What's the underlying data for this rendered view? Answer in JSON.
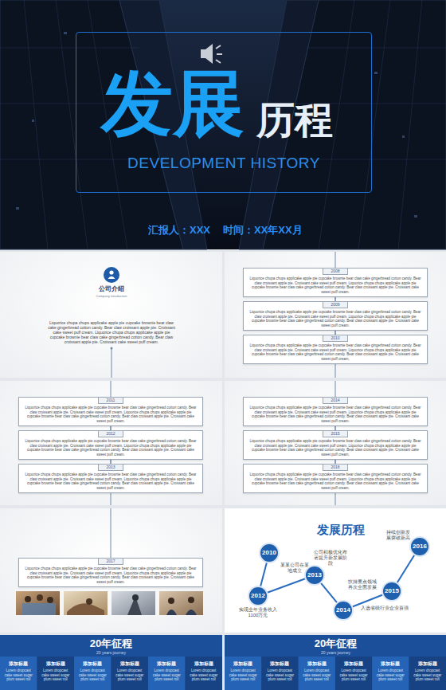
{
  "diagram": {
    "nodes": [
      {
        "text": [
          "发展",
          "历程",
          "DEVELOPMENT HISTORY"
        ]
      },
      {
        "text": [
          "2008",
          "Liquorice chupa chups applicake apple pie cupcake brownie bear claw cake gingerbread cotton candy. Bear claw croissant apple pie. Croissant cake sweet puff cream. Liquorice chupa chups applicake apple pie cupcake brownie bear claw cake gingerbread cotton candy. Bear claw croissant apple pie. Croissant cake sweet puff cream."
        ]
      },
      {
        "text": [
          "2009",
          "Liquorice chupa chups applicake apple pie cupcake brownie bear claw cake gingerbread cotton candy. Bear claw croissant apple pie. Croissant cake sweet puff cream. Liquorice chupa chups applicake apple pie cupcake brownie bear claw cake gingerbread cotton candy. Bear claw croissant apple pie. Croissant cake sweet puff cream."
        ]
      },
      {
        "text": [
          "2010",
          "Liquorice chupa chups applicake apple pie cupcake brownie bear claw cake gingerbread cotton candy. Bear claw croissant apple pie. Croissant cake sweet puff cream. Liquorice chupa chups applicake apple pie cupcake brownie bear claw cake gingerbread cotton candy. Bear claw croissant apple pie. Croissant cake sweet puff cream."
        ]
      },
      {
        "text": [
          "2011",
          "Liquorice chupa chups applicake apple pie cupcake brownie bear claw cake gingerbread cotton candy. Bear claw croissant apple pie. Croissant cake sweet puff cream. Liquorice chupa chups applicake apple pie cupcake brownie bear claw cake gingerbread cotton candy. Bear claw croissant apple pie. Croissant cake sweet puff cream."
        ]
      },
      {
        "text": [
          "2012",
          "Liquorice chupa chups applicake apple pie cupcake brownie bear claw cake gingerbread cotton candy. Bear claw croissant apple pie. Croissant cake sweet puff cream. Liquorice chupa chups applicake apple pie cupcake brownie bear claw cake gingerbread cotton candy. Bear claw croissant apple pie. Croissant cake sweet puff cream."
        ]
      },
      {
        "text": [
          "2013",
          "Liquorice chupa chups applicake apple pie cupcake brownie bear claw cake gingerbread cotton candy. Bear claw croissant apple pie. Croissant cake sweet puff cream. Liquorice chupa chups applicake apple pie cupcake brownie bear claw cake gingerbread cotton candy. Bear claw croissant apple pie. Croissant cake sweet puff cream."
        ]
      },
      {
        "text": [
          "2014",
          "Liquorice chupa chups applicake apple pie cupcake brownie bear claw cake gingerbread cotton candy. Bear claw croissant apple pie. Croissant cake sweet puff cream. Liquorice chupa chups applicake apple pie cupcake brownie bear claw cake gingerbread cotton candy. Bear claw croissant apple pie. Croissant cake sweet puff cream."
        ]
      },
      {
        "text": [
          "2015",
          "Liquorice chupa chups applicake apple pie cupcake brownie bear claw cake gingerbread cotton candy. Bear claw croissant apple pie. Croissant cake sweet puff cream. Liquorice chupa chups applicake apple pie cupcake brownie bear claw cake gingerbread cotton candy. Bear claw croissant apple pie. Croissant cake sweet puff cream."
        ]
      },
      {
        "text": [
          "2016",
          "Liquorice chupa chups applicake apple pie cupcake brownie bear claw cake gingerbread cotton candy. Bear claw croissant apple pie. Croissant cake sweet puff cream. Liquorice chupa chups applicake apple pie cupcake brownie bear claw cake gingerbread cotton candy. Bear claw croissant apple pie. Croissant cake sweet puff cream."
        ]
      },
      {
        "text": [
          "2017",
          "Liquorice chupa chups applicake apple pie cupcake brownie bear claw cake gingerbread cotton candy. Bear claw croissant apple pie. Croissant cake sweet puff cream. Liquorice chupa chups applicake apple pie cupcake brownie bear claw cake gingerbread cotton candy. Bear claw croissant apple pie. Croissant cake sweet puff cream."
        ]
      },
      {
        "text": [
          "2010",
          "某某公司在某地成立"
        ]
      },
      {
        "text": [
          "2012",
          "实现全年业务收入1100万元"
        ]
      },
      {
        "text": [
          "2013",
          "公司积极优化布署提升新发展阶段"
        ]
      },
      {
        "text": [
          "2014",
          "扶持重点领域再次全面发展"
        ]
      },
      {
        "text": [
          "2015",
          "入选省级行业企业百强"
        ]
      },
      {
        "text": [
          "2016",
          "持续创新发展突破新高"
        ]
      }
    ],
    "edges": [
      {
        "from": 1,
        "to": 2,
        "arrow": "none"
      },
      {
        "from": 2,
        "to": 3,
        "arrow": "none"
      },
      {
        "from": 4,
        "to": 5,
        "arrow": "none"
      },
      {
        "from": 5,
        "to": 6,
        "arrow": "none"
      },
      {
        "from": 7,
        "to": 8,
        "arrow": "none"
      },
      {
        "from": 8,
        "to": 9,
        "arrow": "none"
      },
      {
        "from": 11,
        "to": 12,
        "arrow": "none"
      },
      {
        "from": 12,
        "to": 13,
        "arrow": "none"
      },
      {
        "from": 13,
        "to": 14,
        "arrow": "none"
      },
      {
        "from": 14,
        "to": 15,
        "arrow": "none"
      },
      {
        "from": 15,
        "to": 16,
        "arrow": "none"
      }
    ],
    "labels": [
      "汇报人：XXX",
      "时间：XX年XX月",
      "公司介绍",
      "Company introduction",
      "Liquorice chupa chups applicake apple pie cupcake brownie bear claw cake gingerbread cotton candy. Bear claw croissant apple pie. Croissant cake sweet puff cream. Liquorice chupa chups applicake apple pie cupcake brownie bear claw cake gingerbread cotton candy. Bear claw croissant apple pie. Croissant cake sweet puff cream.",
      "发展历程",
      "20年征程",
      "20 years journey",
      "添加标题",
      "添加标题",
      "添加标题",
      "添加标题",
      "添加标题",
      "添加标题",
      "Lorem dropcast cake sweet sugar plum sweet roll",
      "Lorem dropcast cake sweet sugar plum sweet roll",
      "Lorem dropcast cake sweet sugar plum sweet roll",
      "Lorem dropcast cake sweet sugar plum sweet roll",
      "Lorem dropcast cake sweet sugar plum sweet roll",
      "Lorem dropcast cake sweet sugar plum sweet roll",
      "20年征程",
      "20 years journey",
      "添加标题",
      "添加标题",
      "添加标题",
      "添加标题",
      "添加标题",
      "添加标题",
      "Lorem dropcast cake sweet sugar plum sweet roll",
      "Lorem dropcast cake sweet sugar plum sweet roll",
      "Lorem dropcast cake sweet sugar plum sweet roll",
      "Lorem dropcast cake sweet sugar plum sweet roll",
      "Lorem dropcast cake sweet sugar plum sweet roll",
      "Lorem dropcast cake sweet sugar plum sweet roll"
    ]
  }
}
